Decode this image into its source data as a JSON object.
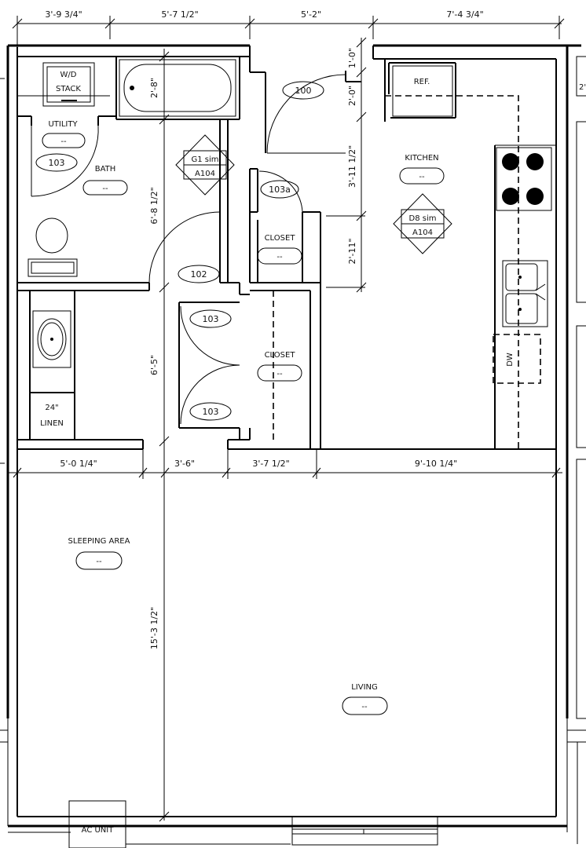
{
  "dimensions": {
    "top": [
      "3'-9 3/4\"",
      "5'-7 1/2\"",
      "5'-2\"",
      "7'-4 3/4\""
    ],
    "mid": [
      "5'-0 1/4\"",
      "3'-6\"",
      "3'-7 1/2\"",
      "9'-10 1/4\""
    ],
    "bath_tub": "2'-8\"",
    "bath_depth": "6'-8 1/2\"",
    "closet_depth": "6'-5\"",
    "kitchen_a": "1'-0\"",
    "kitchen_b": "2'-0\"",
    "kitchen_c": "3'-11 1/2\"",
    "kitchen_d": "2'-11\"",
    "sleeping_depth": "15'-3 1/2\"",
    "right_edge": "2'"
  },
  "rooms": {
    "utility": "UTILITY",
    "bath": "BATH",
    "kitchen": "KITCHEN",
    "closet_upper": "CLOSET",
    "closet_lower": "CLOSET",
    "sleeping": "SLEEPING AREA",
    "living": "LIVING"
  },
  "room_tags": {
    "utility": "--",
    "bath": "--",
    "kitchen": "--",
    "closet_upper": "--",
    "closet_lower": "--",
    "sleeping": "--",
    "living": "--"
  },
  "door_tags": [
    "100",
    "103",
    "102",
    "103",
    "103",
    "103a"
  ],
  "section_markers": [
    {
      "line1": "G1 sim",
      "line2": "A104"
    },
    {
      "line1": "D8 sim",
      "line2": "A104"
    }
  ],
  "fixtures": {
    "wd_line1": "W/D",
    "wd_line2": "STACK",
    "ref": "REF.",
    "dw": "DW",
    "linen_line1": "24\"",
    "linen_line2": "LINEN",
    "ac": "AC UNIT"
  }
}
